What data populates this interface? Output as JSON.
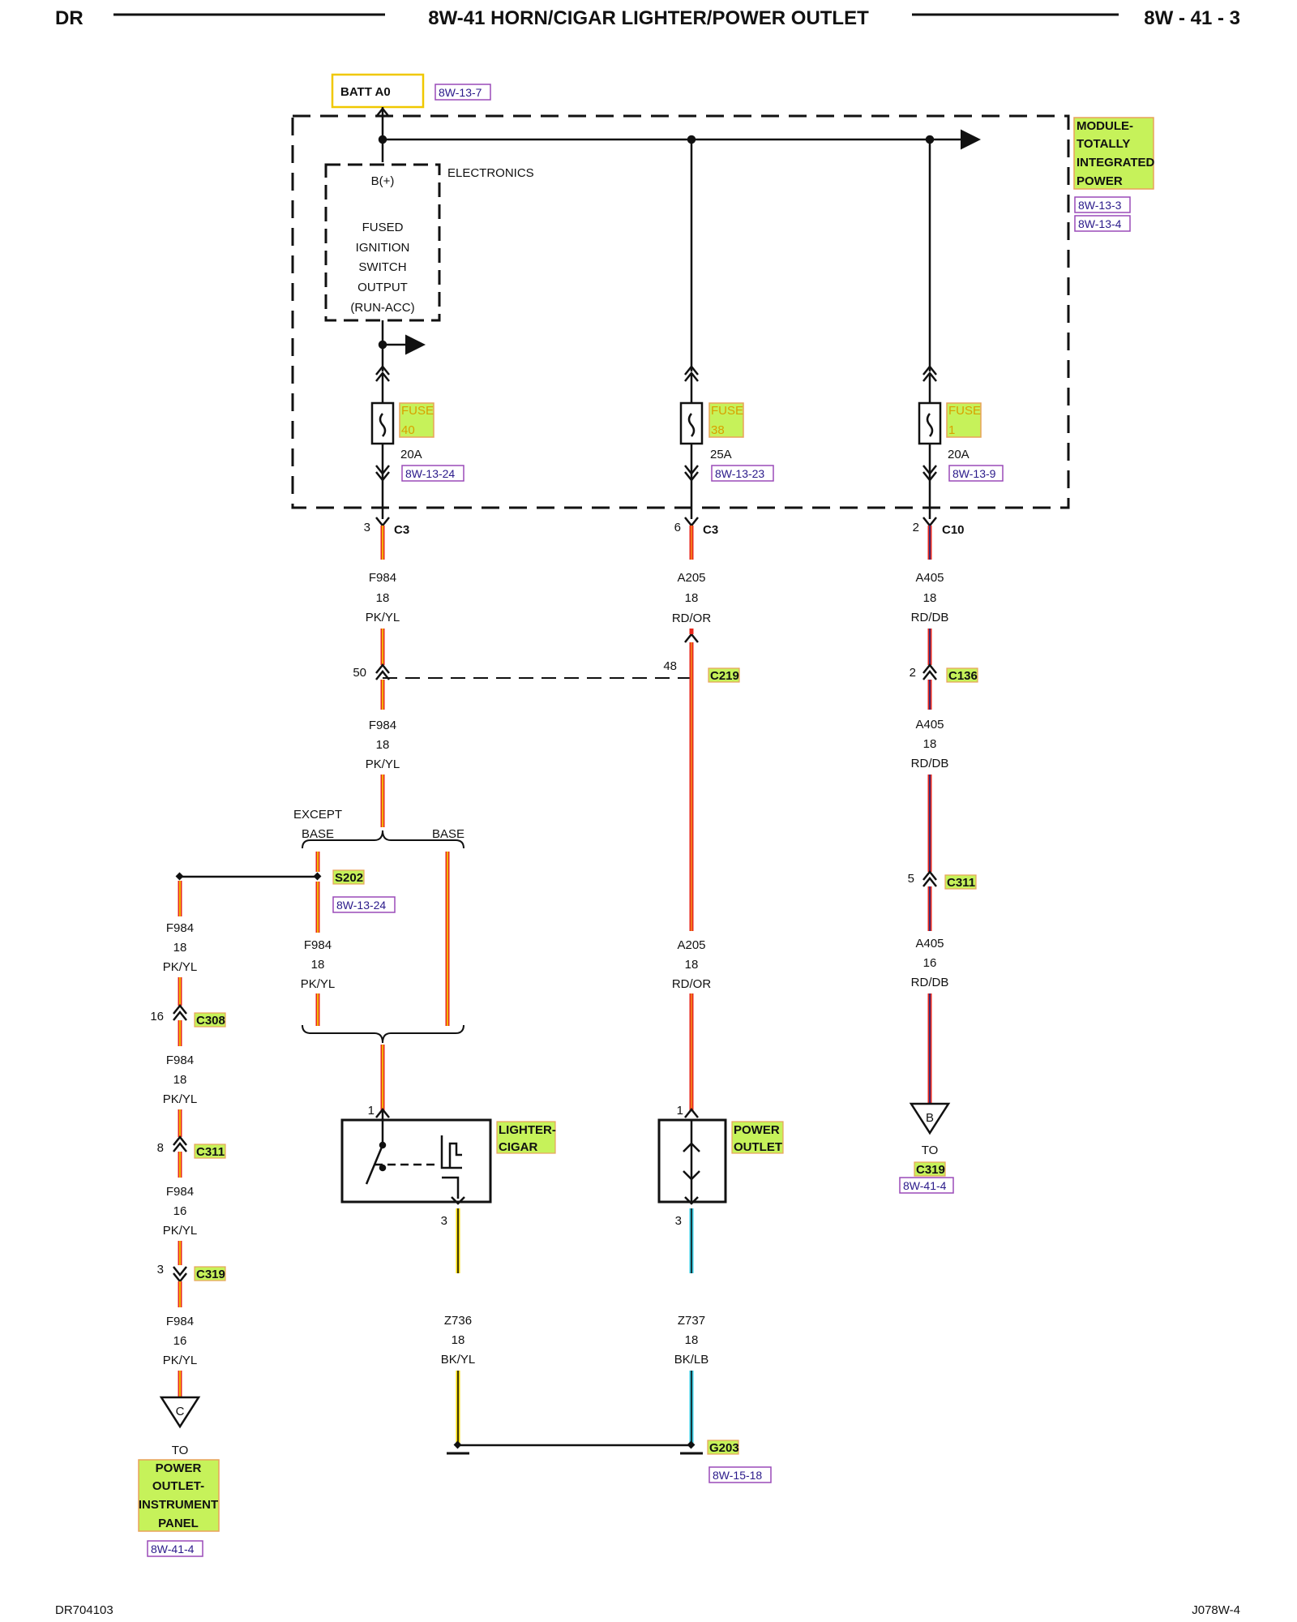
{
  "header": {
    "left": "DR",
    "title": "8W-41 HORN/CIGAR LIGHTER/POWER OUTLET",
    "right": "8W - 41 - 3"
  },
  "footer": {
    "left": "DR704103",
    "right": "J078W-4"
  },
  "batt": {
    "label": "BATT A0",
    "ref": "8W-13-7"
  },
  "module": {
    "lines": [
      "MODULE-",
      "TOTALLY",
      "INTEGRATED",
      "POWER"
    ],
    "refs": [
      "8W-13-3",
      "8W-13-4"
    ],
    "electronics": "ELECTRONICS",
    "inner_lines": [
      "B(+)",
      "FUSED",
      "IGNITION",
      "SWITCH",
      "OUTPUT",
      "(RUN-ACC)"
    ]
  },
  "fuses": [
    {
      "name": "FUSE",
      "num": "40",
      "amps": "20A",
      "ref": "8W-13-24"
    },
    {
      "name": "FUSE",
      "num": "38",
      "amps": "25A",
      "ref": "8W-13-23"
    },
    {
      "name": "FUSE",
      "num": "1",
      "amps": "20A",
      "ref": "8W-13-9"
    }
  ],
  "connectors": {
    "c3a": {
      "pin": "3",
      "name": "C3"
    },
    "c3b": {
      "pin": "6",
      "name": "C3"
    },
    "c10": {
      "pin": "2",
      "name": "C10"
    },
    "c219_left_pin": "50",
    "c219_right_pin": "48",
    "c219": "C219",
    "c136": {
      "pin": "2",
      "name": "C136"
    },
    "c311_right": {
      "pin": "5",
      "name": "C311"
    },
    "c308": {
      "pin": "16",
      "name": "C308"
    },
    "c311_left": {
      "pin": "8",
      "name": "C311"
    },
    "c319": {
      "pin": "3",
      "name": "C319"
    },
    "lighter_pin_in": "1",
    "lighter_pin_out": "3",
    "outlet_pin_in": "1",
    "outlet_pin_out": "3"
  },
  "wires": {
    "f984_1": {
      "id": "F984",
      "gauge": "18",
      "color": "PK/YL"
    },
    "f984_2": {
      "id": "F984",
      "gauge": "18",
      "color": "PK/YL"
    },
    "f984_3": {
      "id": "F984",
      "gauge": "18",
      "color": "PK/YL"
    },
    "f984_4": {
      "id": "F984",
      "gauge": "18",
      "color": "PK/YL"
    },
    "f984_5": {
      "id": "F984",
      "gauge": "18",
      "color": "PK/YL"
    },
    "f984_6": {
      "id": "F984",
      "gauge": "16",
      "color": "PK/YL"
    },
    "f984_7": {
      "id": "F984",
      "gauge": "16",
      "color": "PK/YL"
    },
    "a205_1": {
      "id": "A205",
      "gauge": "18",
      "color": "RD/OR"
    },
    "a205_2": {
      "id": "A205",
      "gauge": "18",
      "color": "RD/OR"
    },
    "a405_1": {
      "id": "A405",
      "gauge": "18",
      "color": "RD/DB"
    },
    "a405_2": {
      "id": "A405",
      "gauge": "18",
      "color": "RD/DB"
    },
    "a405_3": {
      "id": "A405",
      "gauge": "16",
      "color": "RD/DB"
    },
    "z736": {
      "id": "Z736",
      "gauge": "18",
      "color": "BK/YL"
    },
    "z737": {
      "id": "Z737",
      "gauge": "18",
      "color": "BK/LB"
    }
  },
  "splice": {
    "name": "S202",
    "ref": "8W-13-24"
  },
  "branch": {
    "except": "EXCEPT",
    "base_left": "BASE",
    "base_right": "BASE"
  },
  "components": {
    "lighter": [
      "LIGHTER-",
      "CIGAR"
    ],
    "outlet": [
      "POWER",
      "OUTLET"
    ]
  },
  "ground": {
    "name": "G203",
    "ref": "8W-15-18"
  },
  "to_b": {
    "letter": "B",
    "to": "TO",
    "conn": "C319",
    "ref": "8W-41-4"
  },
  "to_c": {
    "letter": "C",
    "to": "TO",
    "lines": [
      "POWER",
      "OUTLET-",
      "INSTRUMENT",
      "PANEL"
    ],
    "ref": "8W-41-4"
  },
  "colors": {
    "red": "#e8281c",
    "yellow": "#f5d800",
    "cyan": "#33c8e0",
    "black": "#111111",
    "hilite": "#c6f25a",
    "hilite_border": "#e8a25a",
    "ref_border": "#9a4ab8",
    "batt_border": "#f0c800"
  }
}
